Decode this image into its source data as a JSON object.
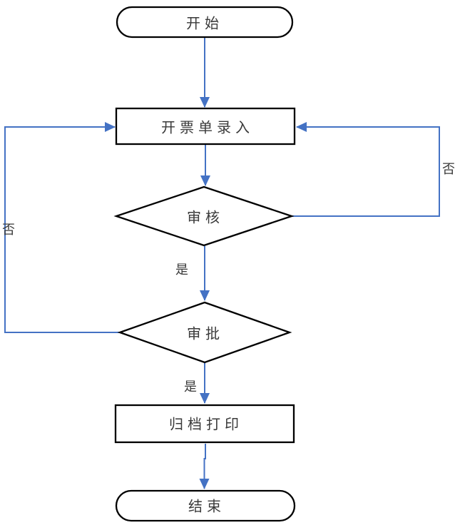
{
  "diagram": {
    "type": "flowchart",
    "background": "#ffffff",
    "colors": {
      "connector": "#4472C4",
      "shape_border": "#000000",
      "shape_fill": "#ffffff",
      "text": "#3a3a3a"
    },
    "nodes": {
      "start": {
        "label": "开始",
        "shape": "terminator"
      },
      "entry": {
        "label": "开票单录入",
        "shape": "process"
      },
      "review": {
        "label": "审核",
        "shape": "decision"
      },
      "approve": {
        "label": "审批",
        "shape": "decision"
      },
      "archive": {
        "label": "归档打印",
        "shape": "process"
      },
      "end": {
        "label": "结束",
        "shape": "terminator"
      }
    },
    "edge_labels": {
      "review_yes": "是",
      "review_no": "否",
      "approve_yes": "是",
      "approve_no": "否"
    }
  }
}
